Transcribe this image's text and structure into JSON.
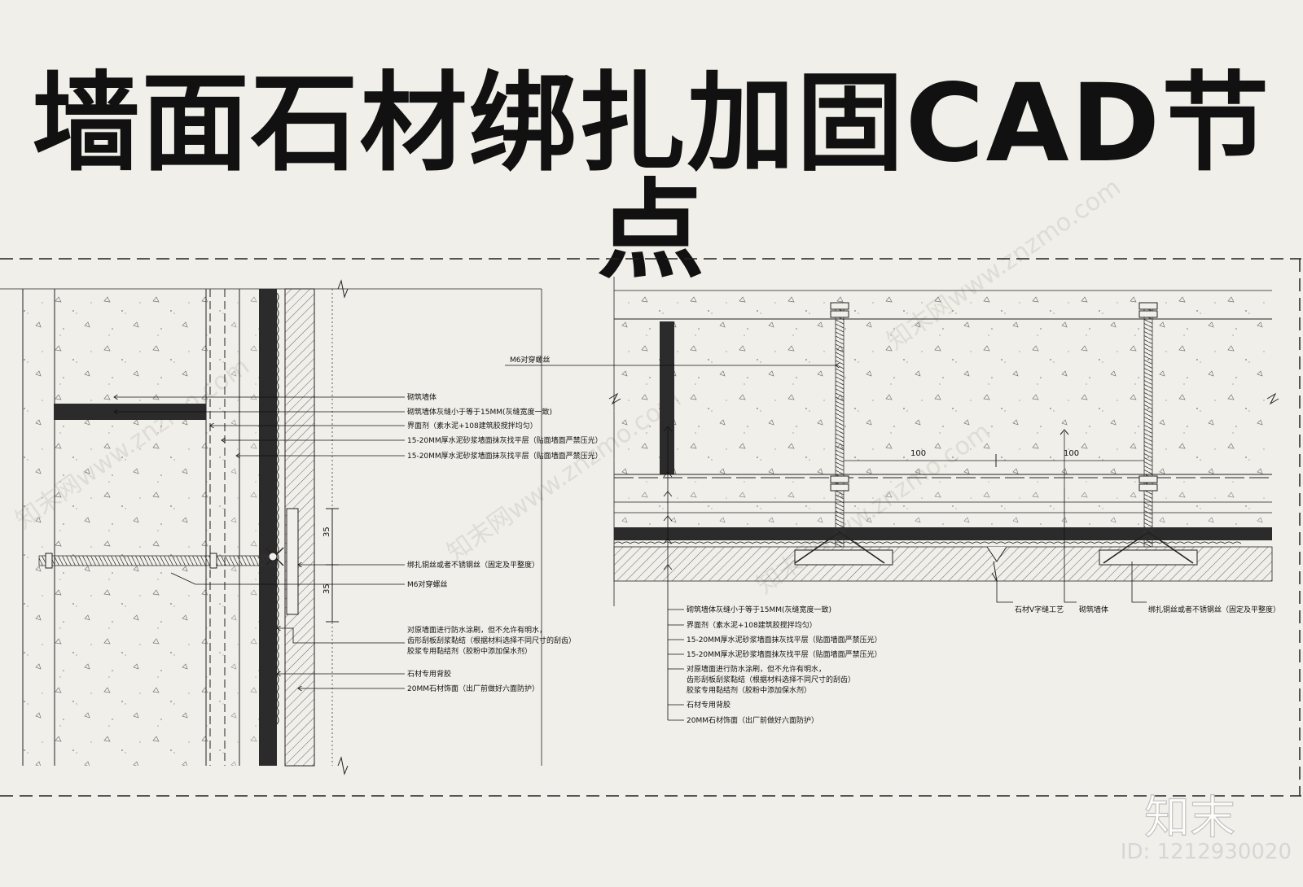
{
  "title": "墙面石材绑扎加固CAD节点",
  "left_detail": {
    "labels": [
      "砌筑墙体",
      "砌筑墙体灰缝小于等于15MM(灰缝宽度一致)",
      "界面剂（素水泥+108建筑胶搅拌均匀）",
      "15-20MM厚水泥砂浆墙面抹灰找平层（贴面墙面严禁压光）",
      "15-20MM厚水泥砂浆墙面抹灰找平层（贴面墙面严禁压光）",
      "绑扎铜丝或者不锈钢丝（固定及平整度）",
      "M6对穿螺丝",
      "对原墙面进行防水涂刷，但不允许有明水，",
      "齿形刮板刮浆黏结（根据材料选择不同尺寸的刮齿）",
      "胶浆专用黏结剂（胶粉中添加保水剂）",
      "石材专用背胶",
      "20MM石材饰面（出厂前做好六面防护）"
    ],
    "dims": [
      "35",
      "35"
    ]
  },
  "right_detail": {
    "bolt_label": "M6对穿螺丝",
    "dims": [
      "100",
      "100"
    ],
    "labels": [
      "砌筑墙体灰缝小于等于15MM(灰缝宽度一致)",
      "界面剂（素水泥+108建筑胶搅拌均匀）",
      "15-20MM厚水泥砂浆墙面抹灰找平层（贴面墙面严禁压光）",
      "15-20MM厚水泥砂浆墙面抹灰找平层（贴面墙面严禁压光）",
      "对原墙面进行防水涂刷，但不允许有明水，",
      "齿形刮板刮浆黏结（根据材料选择不同尺寸的刮齿）",
      "胶浆专用黏结剂（胶粉中添加保水剂）",
      "石材专用背胶",
      "20MM石材饰面（出厂前做好六面防护）"
    ],
    "bottom_labels": [
      "石材V字缝工艺",
      "砌筑墙体",
      "绑扎铜丝或者不锈钢丝（固定及平整度）"
    ]
  },
  "watermarks": {
    "brand": "知末",
    "id": "ID: 1212930020",
    "diagonal": "知末网www.znzmo.com"
  }
}
